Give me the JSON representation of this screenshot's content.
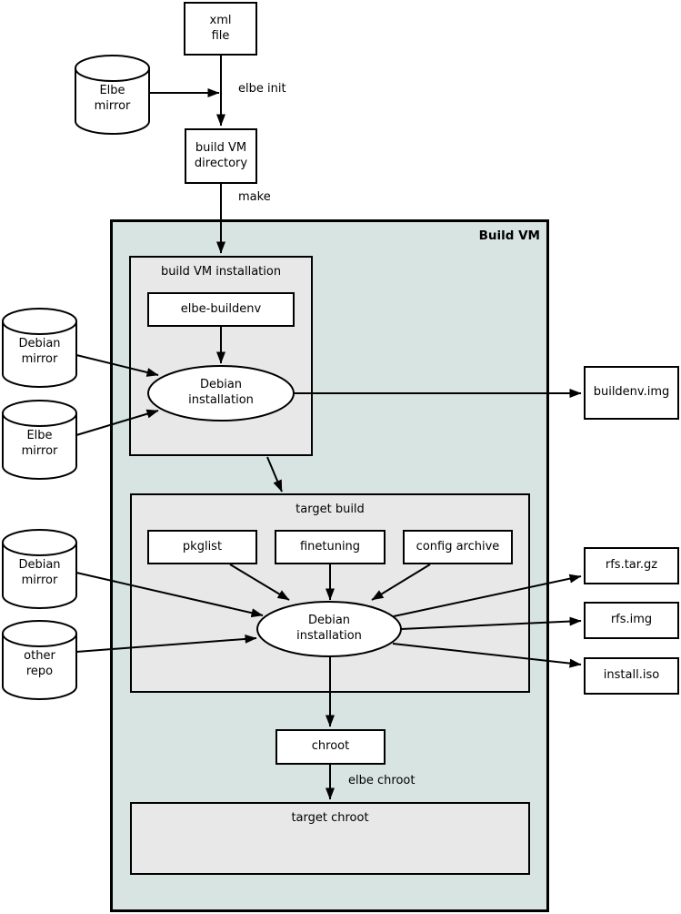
{
  "colors": {
    "build_vm_bg": "#d8e4e1",
    "panel_bg": "#e8e8e8",
    "node_bg": "#ffffff",
    "stroke": "#000000"
  },
  "nodes": {
    "xml_file": {
      "label": "xml\nfile"
    },
    "elbe_mirror_top": {
      "label": "Elbe\nmirror"
    },
    "build_vm_directory": {
      "label": "build VM\ndirectory"
    },
    "build_vm": {
      "label": "Build VM"
    },
    "build_vm_installation": {
      "label": "build VM installation"
    },
    "elbe_buildenv": {
      "label": "elbe-buildenv"
    },
    "debian_installation_1": {
      "label": "Debian\ninstallation"
    },
    "buildenv_img": {
      "label": "buildenv.img"
    },
    "debian_mirror_1": {
      "label": "Debian\nmirror"
    },
    "elbe_mirror_2": {
      "label": "Elbe\nmirror"
    },
    "target_build": {
      "label": "target build"
    },
    "pkglist": {
      "label": "pkglist"
    },
    "finetuning": {
      "label": "finetuning"
    },
    "config_archive": {
      "label": "config archive"
    },
    "debian_installation_2": {
      "label": "Debian\ninstallation"
    },
    "debian_mirror_2": {
      "label": "Debian\nmirror"
    },
    "other_repo": {
      "label": "other\nrepo"
    },
    "rfs_tar_gz": {
      "label": "rfs.tar.gz"
    },
    "rfs_img": {
      "label": "rfs.img"
    },
    "install_iso": {
      "label": "install.iso"
    },
    "chroot": {
      "label": "chroot"
    },
    "target_chroot": {
      "label": "target chroot"
    }
  },
  "edge_labels": {
    "elbe_init": "elbe init",
    "make": "make",
    "elbe_chroot": "elbe chroot"
  }
}
